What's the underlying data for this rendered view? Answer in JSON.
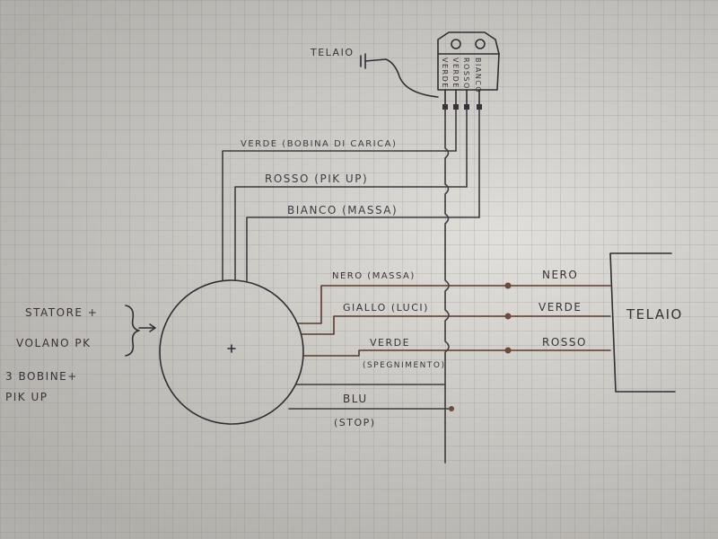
{
  "labels": {
    "telaio_top": "TELAIO",
    "verde_bobina": "VERDE (BOBINA DI CARICA)",
    "rosso_pikup": "ROSSO (PIK UP)",
    "bianco_massa": "BIANCO (MASSA)",
    "nero_massa": "NERO (MASSA)",
    "giallo_luci": "GIALLO (LUCI)",
    "verde_label": "VERDE",
    "spegnimento": "(SPEGNIMENTO)",
    "blu": "BLU",
    "stop": "(STOP)",
    "statore": "STATORE +",
    "volano": "VOLANO PK",
    "bobine": "3 BOBINE+",
    "pikup": "PIK UP",
    "frame_nero": "NERO",
    "frame_verde": "VERDE",
    "frame_rosso": "ROSSO",
    "telaio_right": "TELAIO"
  },
  "cdi_pins": [
    "VERDE",
    "VERDE",
    "ROSSO",
    "BIANCO"
  ],
  "colors": {
    "brown_wire": "#5a3a2a",
    "grey_wire": "#3d3d42",
    "paper": "#d8d5cf"
  }
}
